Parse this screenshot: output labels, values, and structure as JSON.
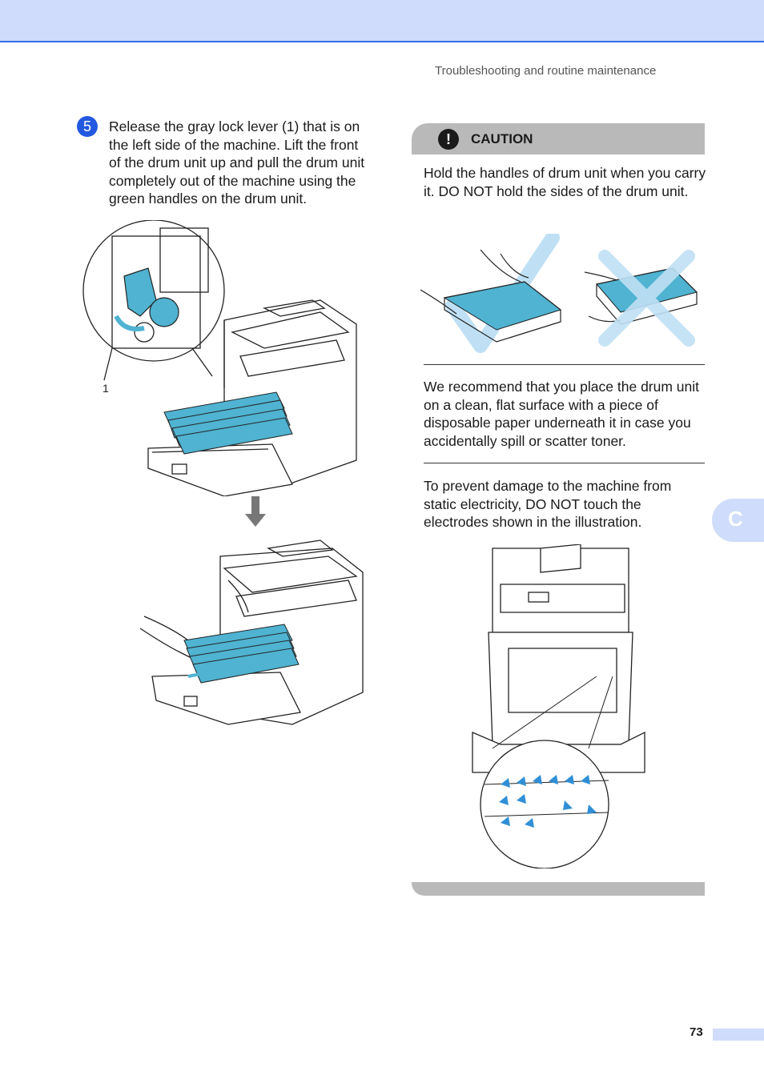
{
  "header": {
    "running_head": "Troubleshooting and routine maintenance"
  },
  "step": {
    "number": "5",
    "text": "Release the gray lock lever (1) that is on the left side of the machine. Lift the front of the drum unit up and pull the drum unit completely out of the machine using the green handles on the drum unit."
  },
  "figure": {
    "callout": "1"
  },
  "caution": {
    "icon": "!",
    "label": "CAUTION",
    "para1": "Hold the handles of drum unit when you carry it. DO NOT hold the sides of the drum unit.",
    "para2": "We recommend that you place the drum unit on a clean, flat surface with a piece of disposable paper underneath it in case you accidentally spill or scatter toner.",
    "para3": "To prevent damage to the machine from static electricity, DO NOT touch the electrodes shown in the illustration."
  },
  "side_tab": {
    "label": "C"
  },
  "footer": {
    "page_number": "73"
  },
  "colors": {
    "accent": "#2358e0",
    "band": "#cfdcfb",
    "caution_gray": "#b9b9b9",
    "drum_teal": "#4fb3d1"
  }
}
